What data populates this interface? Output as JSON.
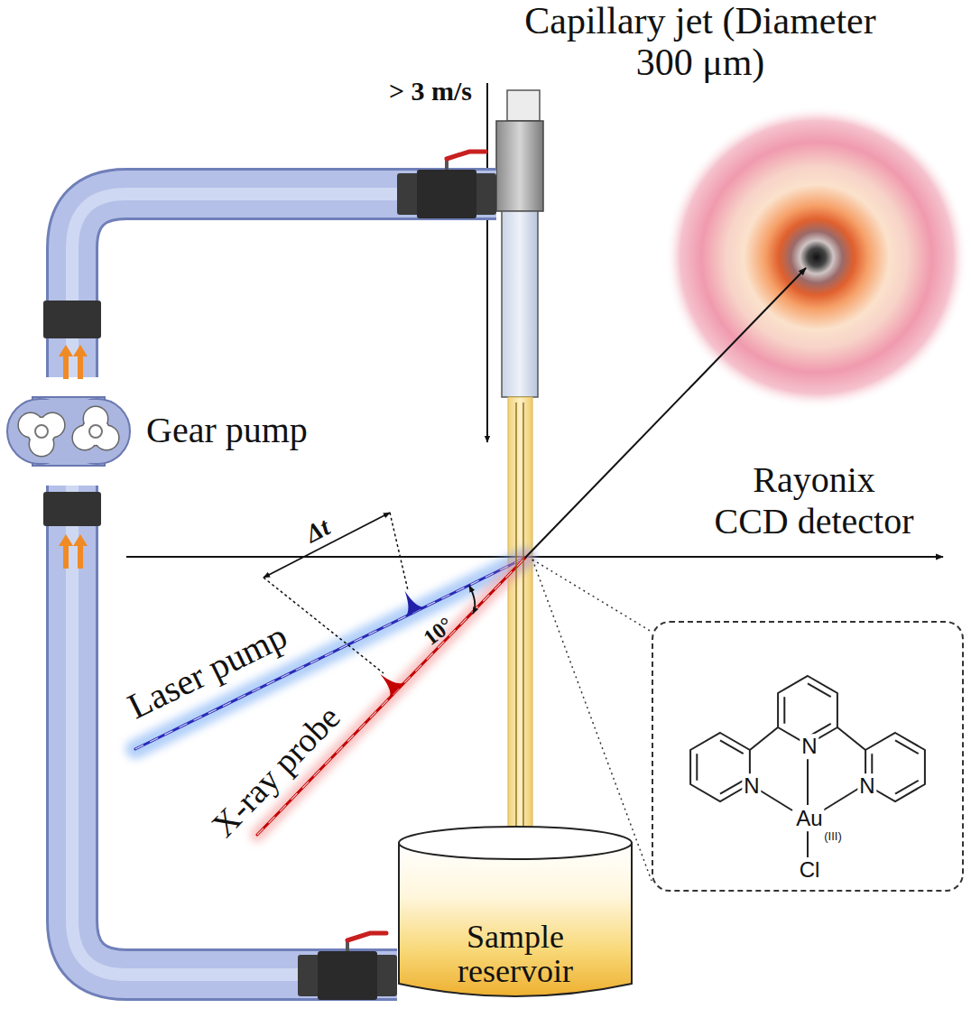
{
  "diagram": {
    "nodes": [
      {
        "text": [
          "Capillary jet (Diameter 300 μm)"
        ]
      },
      {
        "text": [
          "Gear pump"
        ]
      },
      {
        "text": [
          "N",
          "N",
          "N",
          "Au",
          "(III)",
          "Cl"
        ]
      },
      {
        "text": [
          "Sample reservoir"
        ]
      }
    ],
    "edges": [
      {
        "from": 3,
        "to": 1,
        "arrow": "none"
      },
      {
        "from": 1,
        "to": 0,
        "arrow": "none"
      },
      {
        "from": 0,
        "to": 3,
        "arrow": "to"
      },
      {
        "from": 0,
        "to": 2,
        "arrow": "none"
      }
    ],
    "labels": [
      "> 3 m/s",
      "Rayonix CCD detector",
      "Δt",
      "Laser pump",
      "10°",
      "X-ray probe"
    ]
  }
}
